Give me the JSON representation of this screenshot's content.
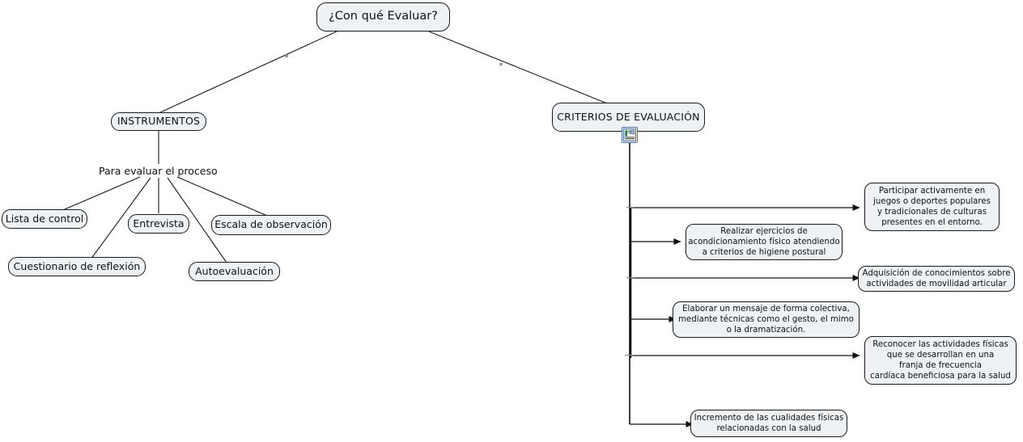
{
  "diagram": {
    "title": "¿Con qué Evaluar?",
    "type": "concept-map",
    "colors": {
      "node_fill": "#eef2f5",
      "node_border": "#1a1a1a",
      "edge": "#111111",
      "icon_border": "#4a6fa5",
      "background": "#ffffff"
    },
    "root": {
      "label": "¿Con qué Evaluar?"
    },
    "branches": {
      "instrumentos": {
        "label": "INSTRUMENTOS",
        "subtitle": "Para evaluar el proceso",
        "leaves": [
          {
            "label": "Lista de control"
          },
          {
            "label": "Cuestionario de reflexión"
          },
          {
            "label": "Entrevista"
          },
          {
            "label": "Autoevaluación"
          },
          {
            "label": "Escala de observación"
          }
        ]
      },
      "criterios": {
        "label": "CRITERIOS DE EVALUACIÓN",
        "note_icon": "document-note-icon",
        "items": [
          {
            "label": "Participar activamente en\njuegos o deportes populares\ny tradicionales de culturas\npresentes en el entorno."
          },
          {
            "label": "Realizar ejercicios de\nacondicionamiento físico atendiendo\na criterios de higiene postural"
          },
          {
            "label": "Adquisición de conocimientos sobre\nactividades de movilidad articular"
          },
          {
            "label": "Elaborar un mensaje de forma colectiva,\nmediante técnicas como el gesto, el mimo\no la dramatización."
          },
          {
            "label": "Reconocer las actividades físicas\nque se desarrollan en una\nfranja de frecuencia\ncardíaca beneficiosa para la salud"
          },
          {
            "label": "Incremento de las cualidades físicas\nrelacionadas con la salud"
          }
        ]
      }
    }
  }
}
